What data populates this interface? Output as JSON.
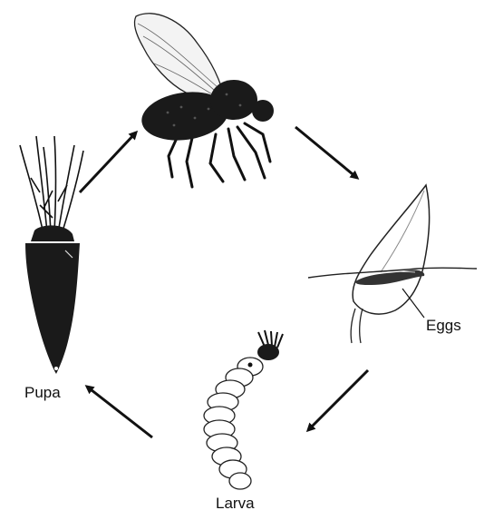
{
  "labels": {
    "pupa": "Pupa",
    "larva": "Larva",
    "eggs": "Eggs"
  },
  "stages": [
    {
      "name": "adult",
      "icon": "fly-icon"
    },
    {
      "name": "eggs",
      "icon": "egg-cluster-on-leaf-icon"
    },
    {
      "name": "larva",
      "icon": "larva-icon"
    },
    {
      "name": "pupa",
      "icon": "pupa-icon"
    }
  ],
  "colors": {
    "ink": "#111111",
    "body_dark": "#1a1a1a",
    "wing": "#f2f2f2",
    "background": "#ffffff"
  }
}
